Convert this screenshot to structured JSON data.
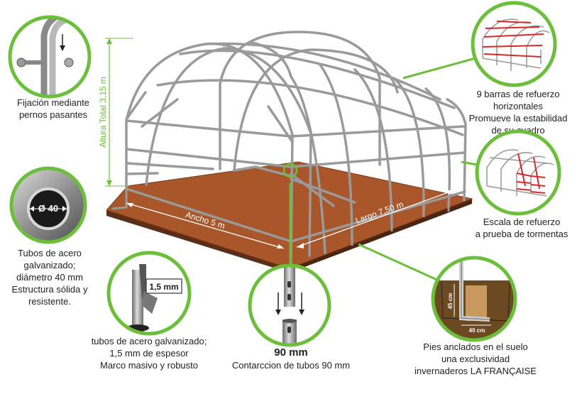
{
  "dimensions": {
    "height": "Altura Total 3,15 m",
    "width": "Ancho 5 m",
    "length": "Largo 7,50 m"
  },
  "callouts": {
    "bolts": {
      "lines": [
        "Fijación mediante",
        "pernos pasantes"
      ]
    },
    "tube_diameter": {
      "badge": "Ø 40",
      "lines": [
        "Tubos de acero",
        "galvanizado;",
        "diámetro 40 mm",
        "Estructura sólida y",
        "resistente."
      ]
    },
    "thickness": {
      "badge": "1,5 mm",
      "lines": [
        "tubos de acero galvanizado;",
        "1,5 mm de espesor",
        "Marco masivo y robusto"
      ]
    },
    "tubes_90": {
      "title": "90 mm",
      "lines": [
        "Contarccion de tubos 90 mm"
      ]
    },
    "horizontal_bars": {
      "lines": [
        "9 barras de refuerzo",
        "horizontales",
        "Promueve la estabilidad",
        "de su cuadro"
      ]
    },
    "storm_ladder": {
      "lines": [
        "Escala de refuerzo",
        "a prueba de tormentas"
      ]
    },
    "anchored_feet": {
      "dim_vertical": "45 cm",
      "dim_horizontal": "40 cm",
      "lines": [
        "Pies anclados en el suelo",
        "una exclusividad",
        "invernaderos LA FRANÇAISE"
      ]
    }
  },
  "colors": {
    "accent_green": "#6bbf3a",
    "frame_gray": "#9a9a9a",
    "soil_top": "#a8562a",
    "soil_side": "#5a2e17",
    "reinforcement_red": "#d62828"
  }
}
